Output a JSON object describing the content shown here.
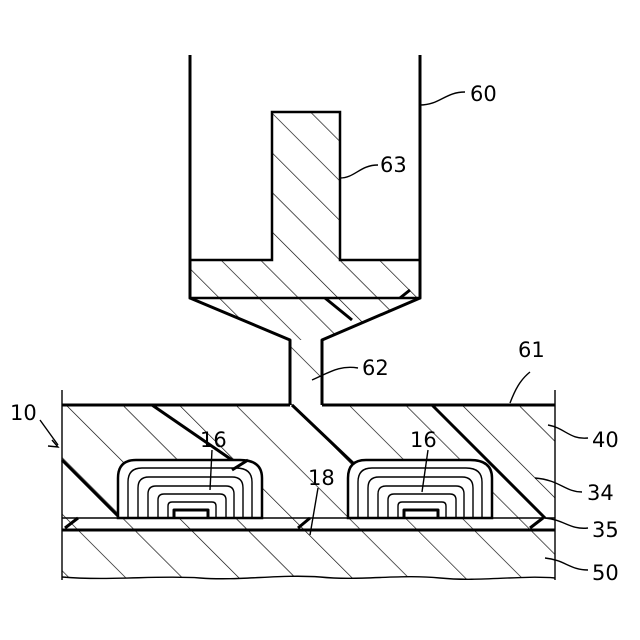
{
  "figure": {
    "labels": {
      "l60": "60",
      "l63": "63",
      "l62": "62",
      "l61": "61",
      "l10": "10",
      "l16a": "16",
      "l16b": "16",
      "l18": "18",
      "l40": "40",
      "l34": "34",
      "l35": "35",
      "l50": "50"
    }
  }
}
